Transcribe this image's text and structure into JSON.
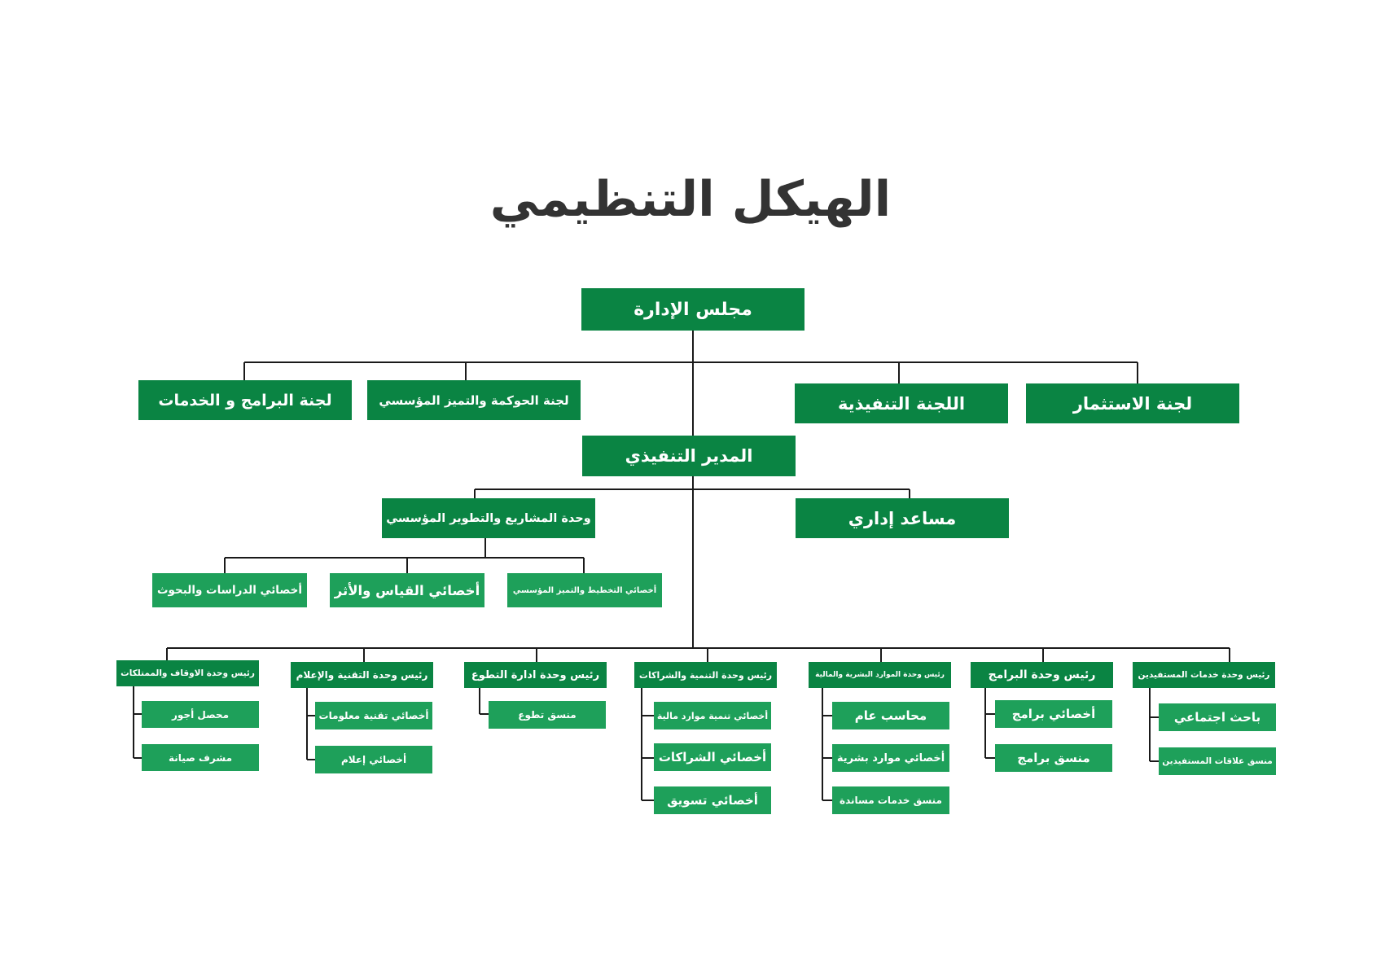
{
  "title": "الهيكل التنظيمي",
  "colors": {
    "dark_green": "#0a8443",
    "light_green": "#1ea05a",
    "line": "#1a1a1a",
    "title": "#333333"
  },
  "board": "مجلس الإدارة",
  "committees": {
    "programs_services": "لجنة البرامج و الخدمات",
    "governance": "لجنة الحوكمة والتميز المؤسسي",
    "executive": "اللجنة التنفيذية",
    "investment": "لجنة الاستثمار"
  },
  "executive_director": "المدير التنفيذي",
  "projects_unit": "وحدة المشاريع والتطوير المؤسسي",
  "admin_assistant": "مساعد إداري",
  "projects_specialists": {
    "studies": "أخصائي الدراسات والبحوث",
    "measurement": "أخصائي القياس والأثر",
    "planning": "أخصائي التخطيط والتميز المؤسسي"
  },
  "units": [
    {
      "head": "رئيس وحدة الاوقاف والممتلكات",
      "members": [
        "محصل أجور",
        "مشرف صيانة"
      ]
    },
    {
      "head": "رئيس وحدة التقنية والإعلام",
      "members": [
        "أخصائي تقنية معلومات",
        "أخصائي إعلام"
      ]
    },
    {
      "head": "رئيس وحدة ادارة التطوع",
      "members": [
        "منسق تطوع"
      ]
    },
    {
      "head": "رئيس وحدة التنمية والشراكات",
      "members": [
        "أخصائي تنمية موارد مالية",
        "أخصائي الشراكات",
        "أخصائي تسويق"
      ]
    },
    {
      "head": "رئيس وحدة الموارد البشرية والمالية",
      "members": [
        "محاسب عام",
        "أخصائي موارد بشرية",
        "منسق خدمات مساندة"
      ]
    },
    {
      "head": "رئيس وحدة البرامج",
      "members": [
        "أخصائي برامج",
        "منسق برامج"
      ]
    },
    {
      "head": "رئيس وحدة خدمات المستفيدين",
      "members": [
        "باحث اجتماعي",
        "منسق علاقات المستفيدين"
      ]
    }
  ]
}
